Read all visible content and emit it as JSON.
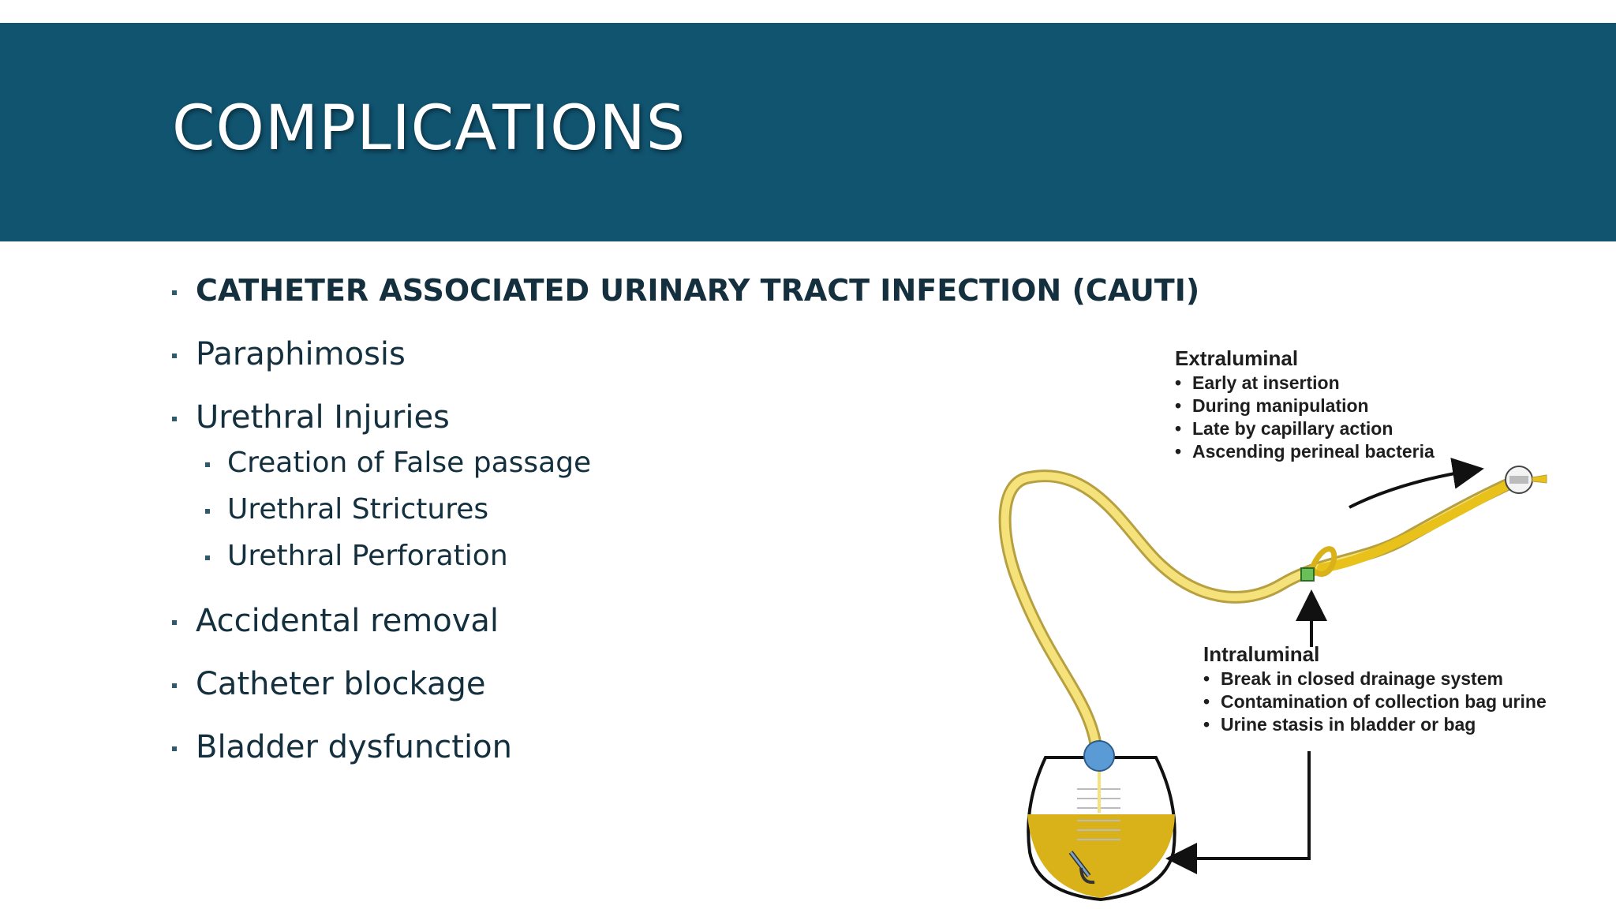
{
  "slide": {
    "title": "COMPLICATIONS"
  },
  "bullets": {
    "cauti": "CATHETER ASSOCIATED URINARY TRACT INFECTION (CAUTI)",
    "paraphimosis": "Paraphimosis",
    "urethral_injuries": "Urethral Injuries",
    "sub": [
      "Creation of False passage",
      "Urethral Strictures",
      "Urethral Perforation"
    ],
    "accidental_removal": "Accidental removal",
    "catheter_blockage": "Catheter blockage",
    "bladder_dysfunction": "Bladder dysfunction"
  },
  "figure": {
    "extraluminal": {
      "heading": "Extraluminal",
      "items": [
        "Early at insertion",
        "During manipulation",
        "Late by capillary action",
        "Ascending perineal bacteria"
      ]
    },
    "intraluminal": {
      "heading": "Intraluminal",
      "items": [
        "Break in closed drainage system",
        "Contamination of collection bag urine",
        "Urine stasis in bladder or bag"
      ]
    },
    "bullet_char": "•"
  },
  "colors": {
    "title_bar": "#115470",
    "text": "#14303f",
    "catheter": "#e8c21a",
    "urine": "#d9b21a",
    "connector": "#5b9bd5"
  }
}
